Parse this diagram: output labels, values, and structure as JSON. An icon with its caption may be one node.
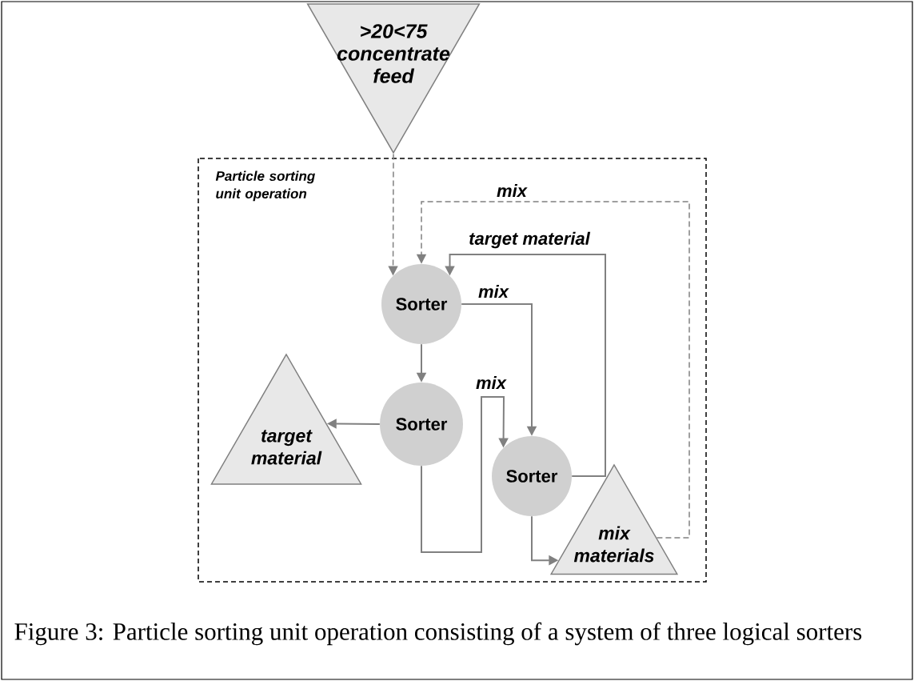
{
  "diagram": {
    "caption": "Figure 3:  Particle sorting unit operation consisting of a system of three logical sorters",
    "nodes": [
      {
        "text": [
          ">20<75 concentrate feed"
        ]
      },
      {
        "text": [
          "Particle sorting unit operation"
        ]
      },
      {
        "text": [
          "Sorter"
        ],
        "in": 1
      },
      {
        "text": [
          "Sorter"
        ],
        "in": 1
      },
      {
        "text": [
          "target material"
        ],
        "in": 1
      },
      {
        "text": [
          "Sorter"
        ],
        "in": 1
      },
      {
        "text": [
          "mix materials"
        ],
        "in": 1
      }
    ],
    "edges": [
      {
        "from": 0,
        "to": 2,
        "arrow": "to",
        "style": "dashed"
      },
      {
        "from": 6,
        "to": 2,
        "arrow": "to",
        "style": "dashed",
        "label": "mix"
      },
      {
        "from": 5,
        "to": 2,
        "arrow": "to",
        "label": "target material"
      },
      {
        "from": 2,
        "to": 5,
        "arrow": "to",
        "label": "mix"
      },
      {
        "from": 2,
        "to": 3,
        "arrow": "to"
      },
      {
        "from": 3,
        "to": 4,
        "arrow": "to"
      },
      {
        "from": 3,
        "to": 5,
        "arrow": "to",
        "label": "mix"
      },
      {
        "from": 5,
        "to": 6,
        "arrow": "to"
      }
    ]
  }
}
